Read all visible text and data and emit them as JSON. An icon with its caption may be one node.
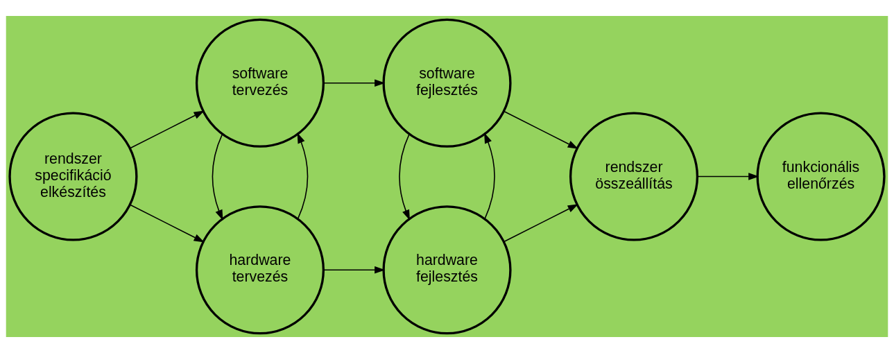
{
  "diagram": {
    "nodes": [
      {
        "text": [
          "rendszer specifikáció elkészítés"
        ]
      },
      {
        "text": [
          "hardware tervezés"
        ]
      },
      {
        "text": [
          "software tervezés"
        ]
      },
      {
        "text": [
          "hardware fejlesztés"
        ]
      },
      {
        "text": [
          "software fejlesztés"
        ]
      },
      {
        "text": [
          "rendszer összeállítás"
        ]
      },
      {
        "text": [
          "funkcionális ellenőrzés"
        ]
      }
    ],
    "edges": [
      {
        "from": 0,
        "to": 1,
        "arrow": "to"
      },
      {
        "from": 0,
        "to": 2,
        "arrow": "to"
      },
      {
        "from": 1,
        "to": 2,
        "arrow": "to"
      },
      {
        "from": 2,
        "to": 1,
        "arrow": "to"
      },
      {
        "from": 1,
        "to": 3,
        "arrow": "to"
      },
      {
        "from": 2,
        "to": 4,
        "arrow": "to"
      },
      {
        "from": 3,
        "to": 4,
        "arrow": "to"
      },
      {
        "from": 4,
        "to": 3,
        "arrow": "to"
      },
      {
        "from": 3,
        "to": 5,
        "arrow": "to"
      },
      {
        "from": 4,
        "to": 5,
        "arrow": "to"
      },
      {
        "from": 5,
        "to": 6,
        "arrow": "to"
      }
    ]
  }
}
